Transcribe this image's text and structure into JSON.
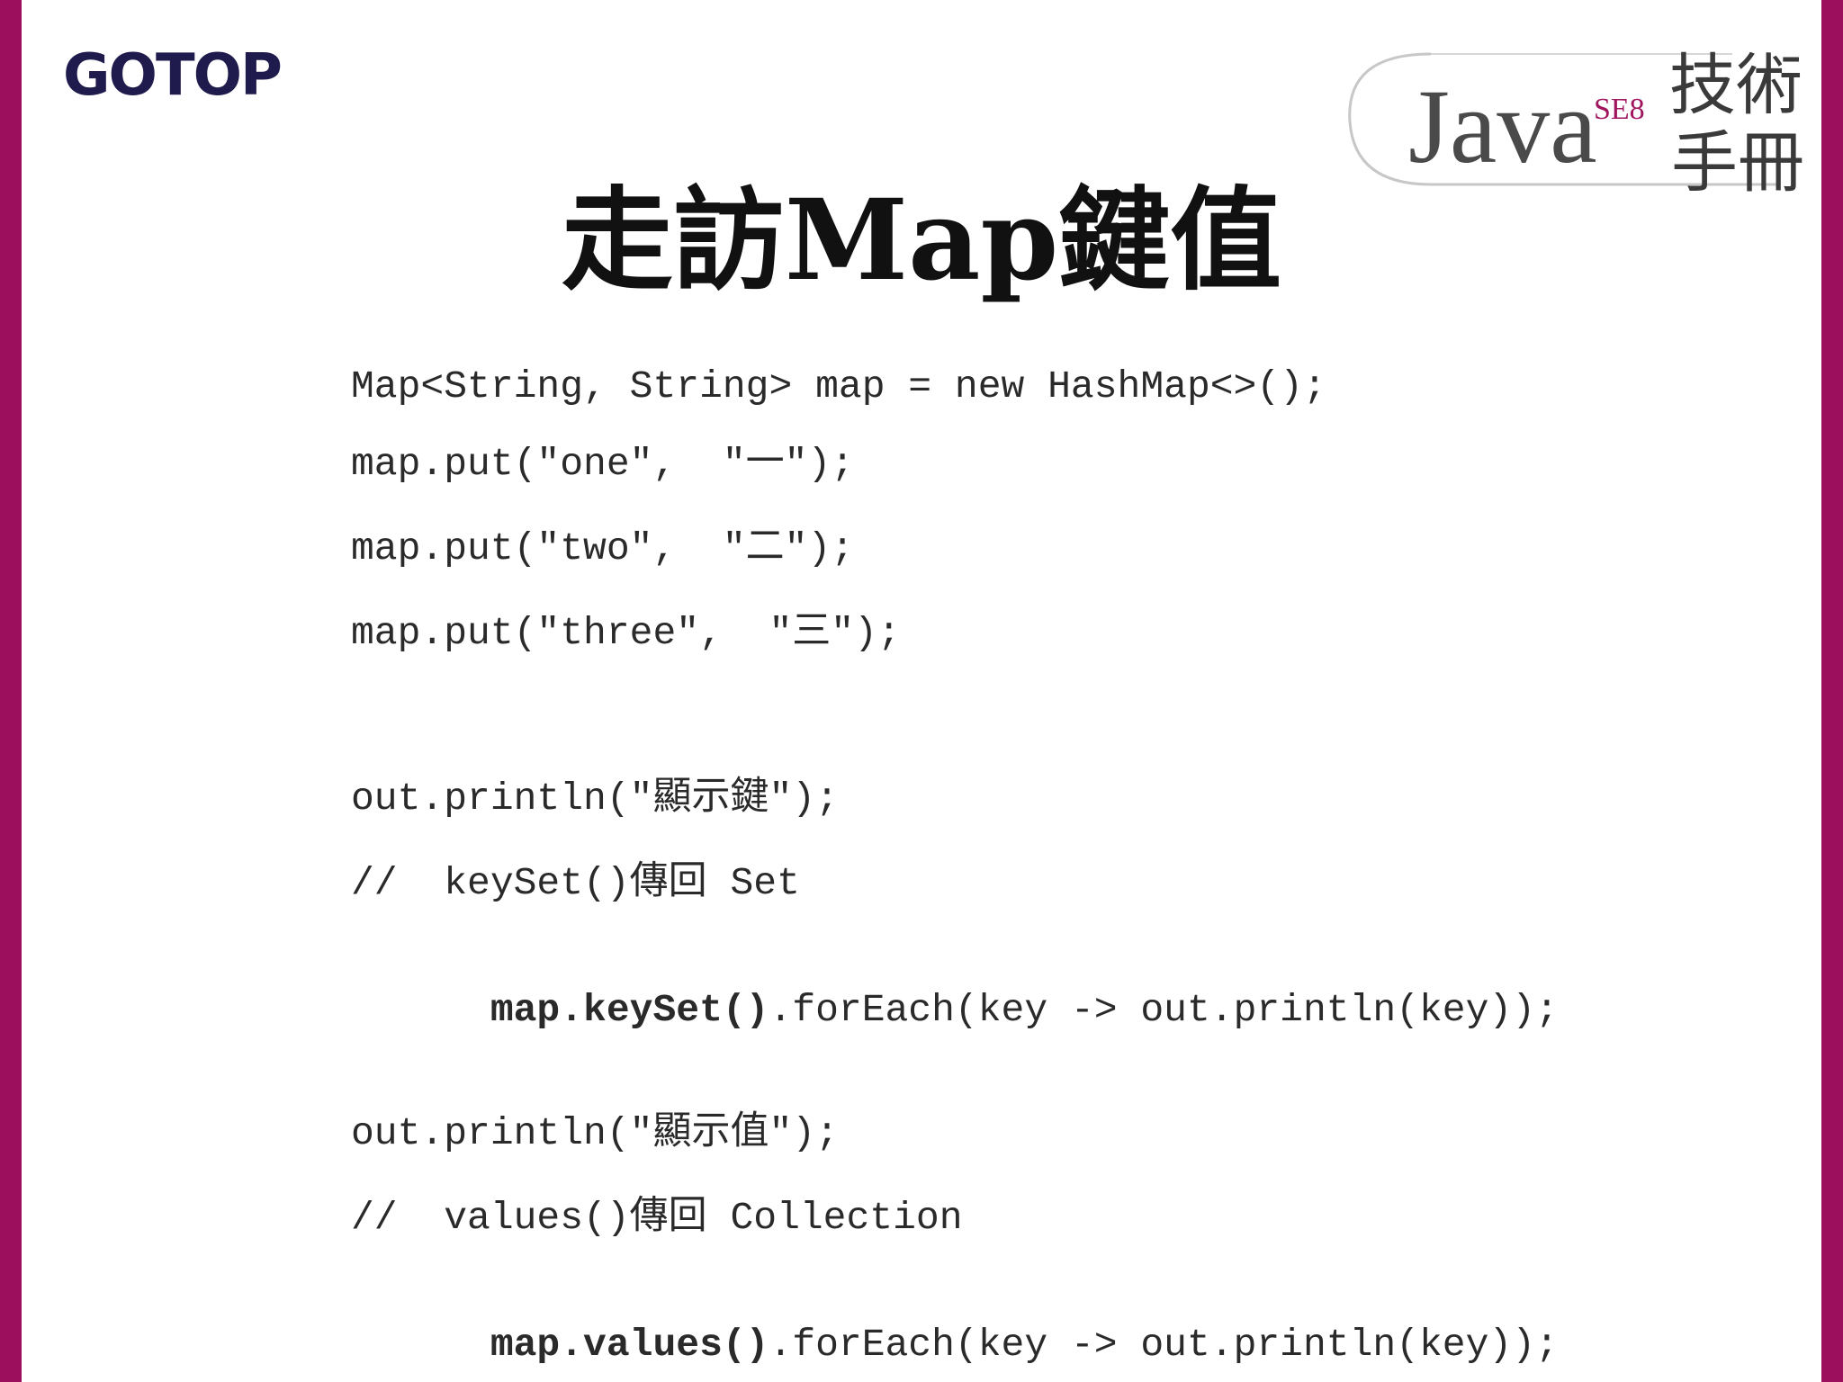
{
  "colors": {
    "side_bar": "#9b0f5c",
    "logo": "#1f1c4d",
    "code_text": "#2a2a2a",
    "title_text": "#111111"
  },
  "header": {
    "publisher_logo": "GOTOP",
    "book_logo": {
      "brand": "Java",
      "edition": "SE8",
      "series": "技術手冊"
    }
  },
  "slide": {
    "title_cjk_1": "走訪",
    "title_latin": "Map",
    "title_cjk_2": "鍵值"
  },
  "code": {
    "lines": [
      "Map<String, String> map = new HashMap<>();",
      "map.put(\"one\",  \"一\");",
      "map.put(\"two\",  \"二\");",
      "map.put(\"three\",  \"三\");",
      "out.println(\"顯示鍵\");",
      "//  keySet()傳回 Set",
      "map.keySet().forEach(key -> out.println(key));",
      "out.println(\"顯示值\");",
      "//  values()傳回 Collection",
      "map.values().forEach(key -> out.println(key));"
    ]
  }
}
